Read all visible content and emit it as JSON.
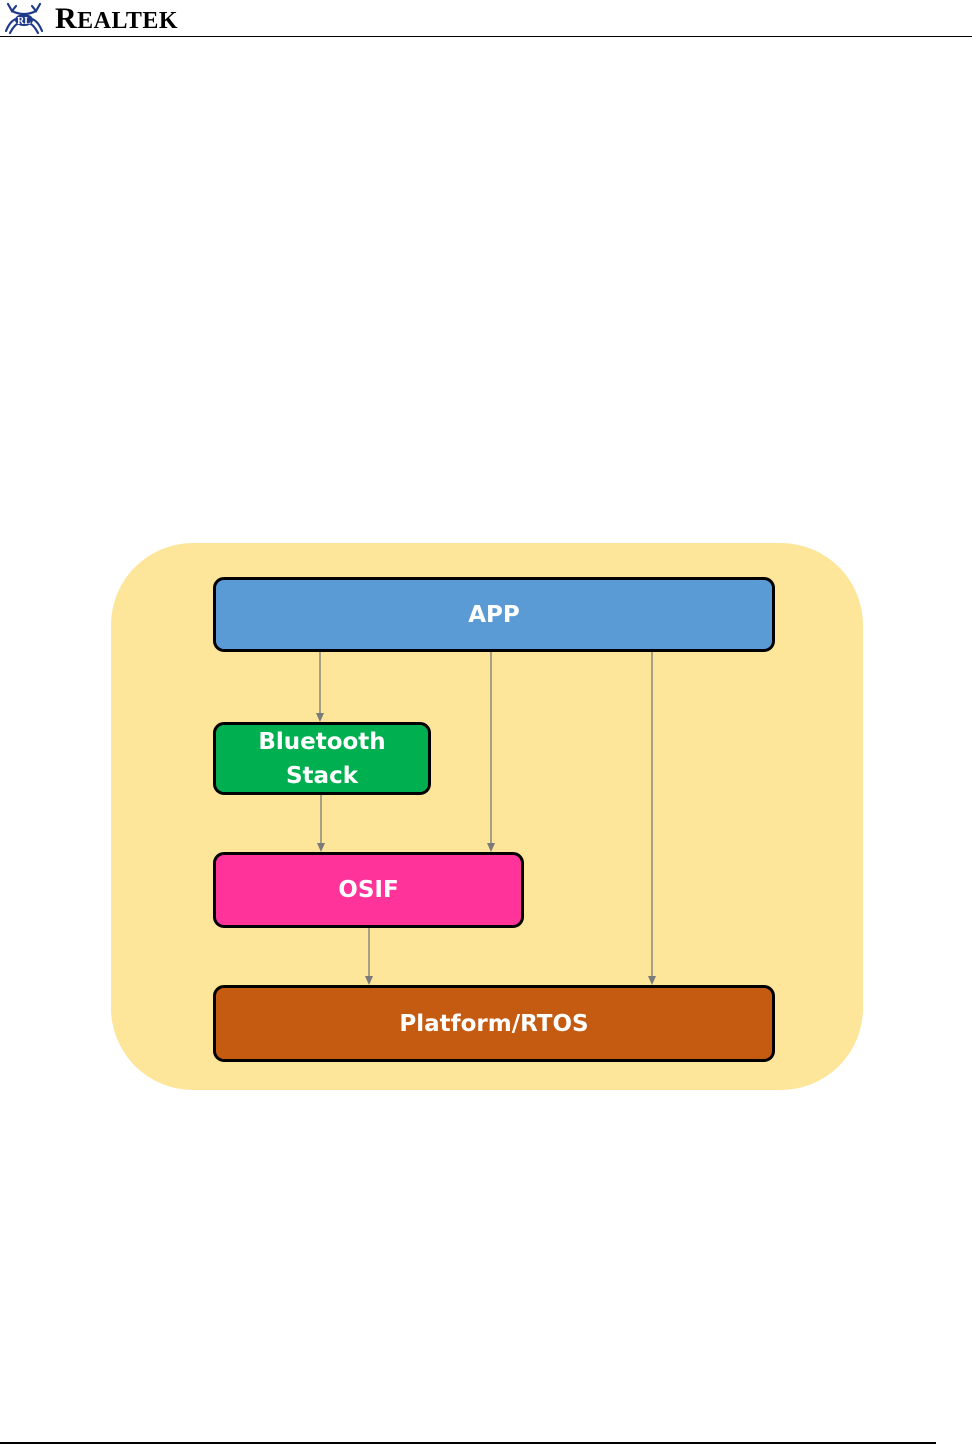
{
  "header": {
    "brand_lead": "R",
    "brand_rest": "EALTEK",
    "logo_icon": "realtek-crab-logo-icon",
    "rule_color": "#000000"
  },
  "diagram": {
    "panel_color": "#fde59a",
    "boxes": {
      "app": {
        "label": "APP",
        "color": "#5b9bd5"
      },
      "bluetooth_stack": {
        "label_line1": "Bluetooth",
        "label_line2": "Stack",
        "color": "#00b050"
      },
      "osif": {
        "label": "OSIF",
        "color": "#ff3399"
      },
      "platform": {
        "label": "Platform/RTOS",
        "color": "#c55a11"
      }
    },
    "connections": [
      {
        "from": "APP",
        "to": "Bluetooth Stack"
      },
      {
        "from": "APP",
        "to": "OSIF"
      },
      {
        "from": "APP",
        "to": "Platform/RTOS"
      },
      {
        "from": "Bluetooth Stack",
        "to": "OSIF"
      },
      {
        "from": "OSIF",
        "to": "Platform/RTOS"
      }
    ],
    "arrow_color": "#7a7a7a"
  }
}
